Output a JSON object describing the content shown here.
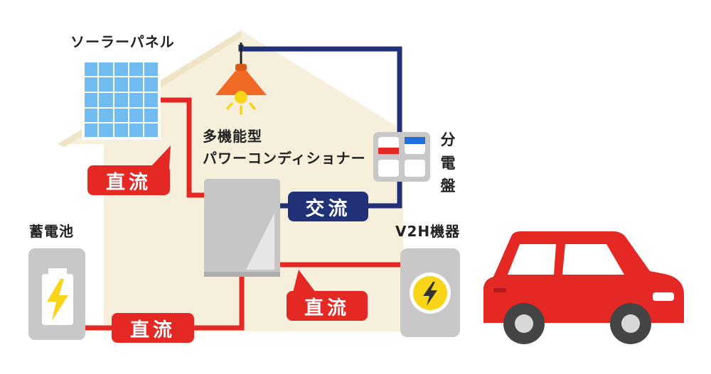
{
  "labels": {
    "solar_panel": "ソーラーパネル",
    "power_conditioner_line1": "多機能型",
    "power_conditioner_line2": "パワーコンディショナー",
    "distribution_board_chars": [
      "分",
      "電",
      "盤"
    ],
    "storage_battery": "蓄電池",
    "v2h_device": "V2H機器"
  },
  "current_tags": {
    "dc_solar": "直流",
    "dc_battery": "直流",
    "dc_v2h": "直流",
    "ac_board": "交流"
  },
  "colors": {
    "dc_line": "#e42823",
    "ac_line": "#203178",
    "house": "#f6efdc",
    "solar_panel": "#70bcf0",
    "lamp_shade": "#f06a26",
    "bolt": "#f8d518",
    "car_body": "#e42823",
    "device_gray": "#c8c8c8"
  }
}
